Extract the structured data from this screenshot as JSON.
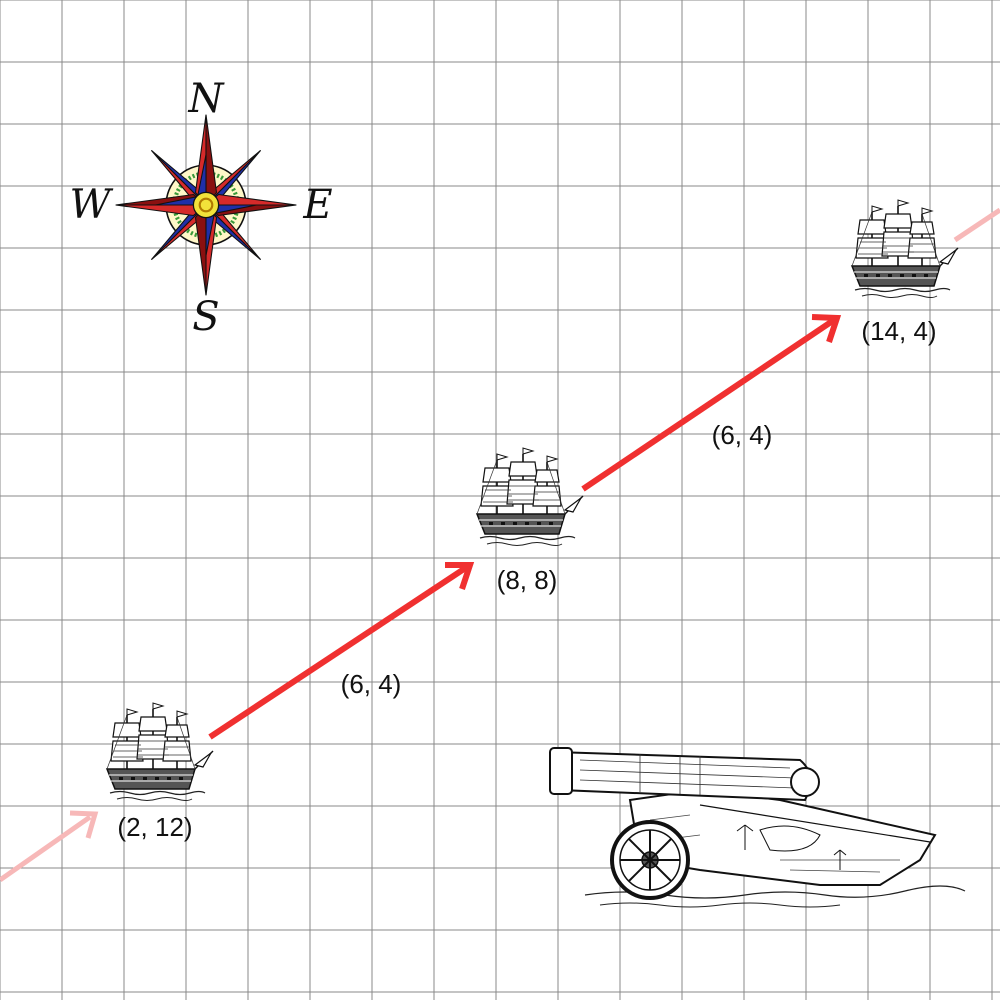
{
  "compass": {
    "north": "N",
    "south": "S",
    "east": "E",
    "west": "W"
  },
  "positions": [
    {
      "label": "(2, 12)",
      "x": 2,
      "y": 12
    },
    {
      "label": "(8, 8)",
      "x": 8,
      "y": 8
    },
    {
      "label": "(14, 4)",
      "x": 14,
      "y": 4
    }
  ],
  "displacements": [
    {
      "label": "(6, 4)"
    },
    {
      "label": "(6, 4)"
    }
  ],
  "colors": {
    "arrow": "#f03030",
    "arrow_faded": "#f7b8b8",
    "grid": "#888888",
    "compass_red": "#d62a2a",
    "compass_blue": "#1f2fa8",
    "compass_green": "#3a9a3a",
    "compass_yellow": "#f2e23a"
  },
  "icons": [
    "compass-rose-icon",
    "sailing-ship-icon",
    "cannon-icon"
  ]
}
